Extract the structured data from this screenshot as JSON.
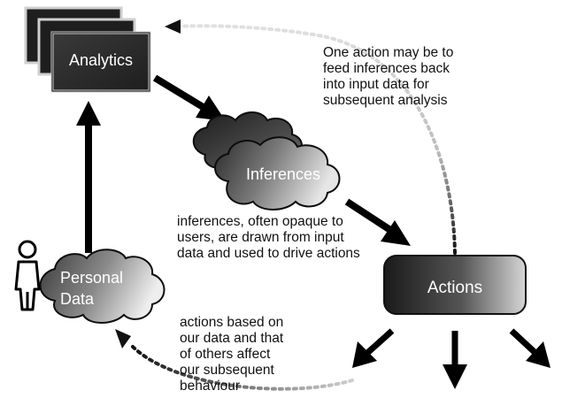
{
  "nodes": {
    "analytics": "Analytics",
    "inferences": "Inferences",
    "personal_data": [
      "Personal",
      "Data"
    ],
    "actions": "Actions"
  },
  "captions": {
    "feedback": [
      "One action may be to",
      "feed inferences back",
      "into input data for",
      "subsequent analysis"
    ],
    "inferences_note": [
      "inferences, often opaque to",
      "users, are drawn from input",
      "data and used to drive actions"
    ],
    "actions_note": [
      "actions based on",
      "our data and that",
      "of others affect",
      "our subsequent",
      "behaviour"
    ]
  },
  "icons": {
    "person": "person-icon"
  },
  "colors": {
    "box_fill": "#2b2b2b",
    "arrow": "#000000",
    "dotted_dark": "#111111",
    "dotted_light": "#c8c8c8",
    "text_light": "#ffffff",
    "text_dark": "#111111"
  }
}
